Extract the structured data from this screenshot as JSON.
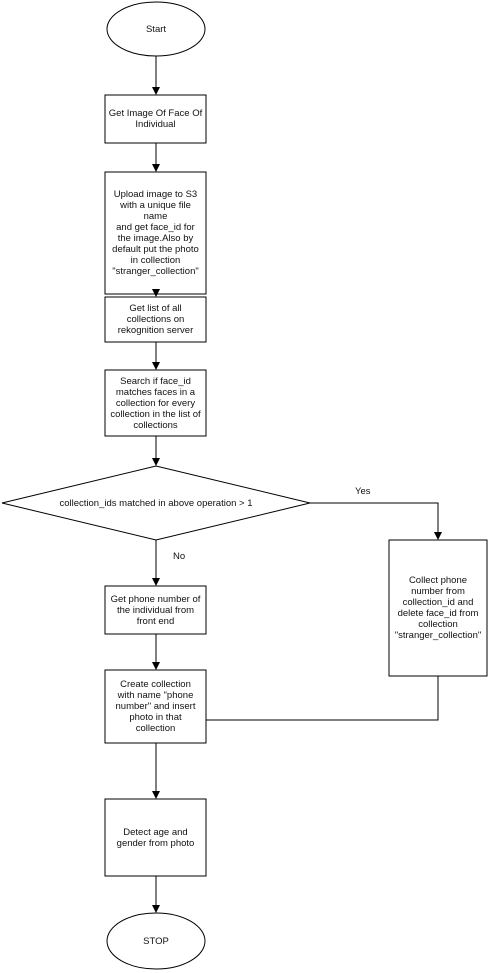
{
  "diagram": {
    "nodes": {
      "start": "Start",
      "get_image": "Get Image Of Face Of\nIndividual",
      "upload": "Upload image to S3\nwith a unique file\nname\nand get face_id for\nthe image.Also by\ndefault put the photo\nin collection\n\"stranger_collection\"",
      "get_list": "Get list of all\ncollections on\nrekognition server",
      "search": "Search if face_id\nmatches faces in a\ncollection for every\ncollection in the list of\ncollections",
      "decision": "collection_ids matched in above operation > 1",
      "collect_phone": "Collect phone\nnumber from\ncollection_id and\ndelete face_id from\ncollection\n\"stranger_collection\"",
      "get_phone": "Get phone number of\nthe individual from\nfront end",
      "create_collection": "Create collection\nwith name \"phone\nnumber\" and insert\nphoto in that\ncollection",
      "detect": "Detect age and\ngender from photo",
      "stop": "STOP"
    },
    "edge_labels": {
      "yes": "Yes",
      "no": "No"
    }
  }
}
